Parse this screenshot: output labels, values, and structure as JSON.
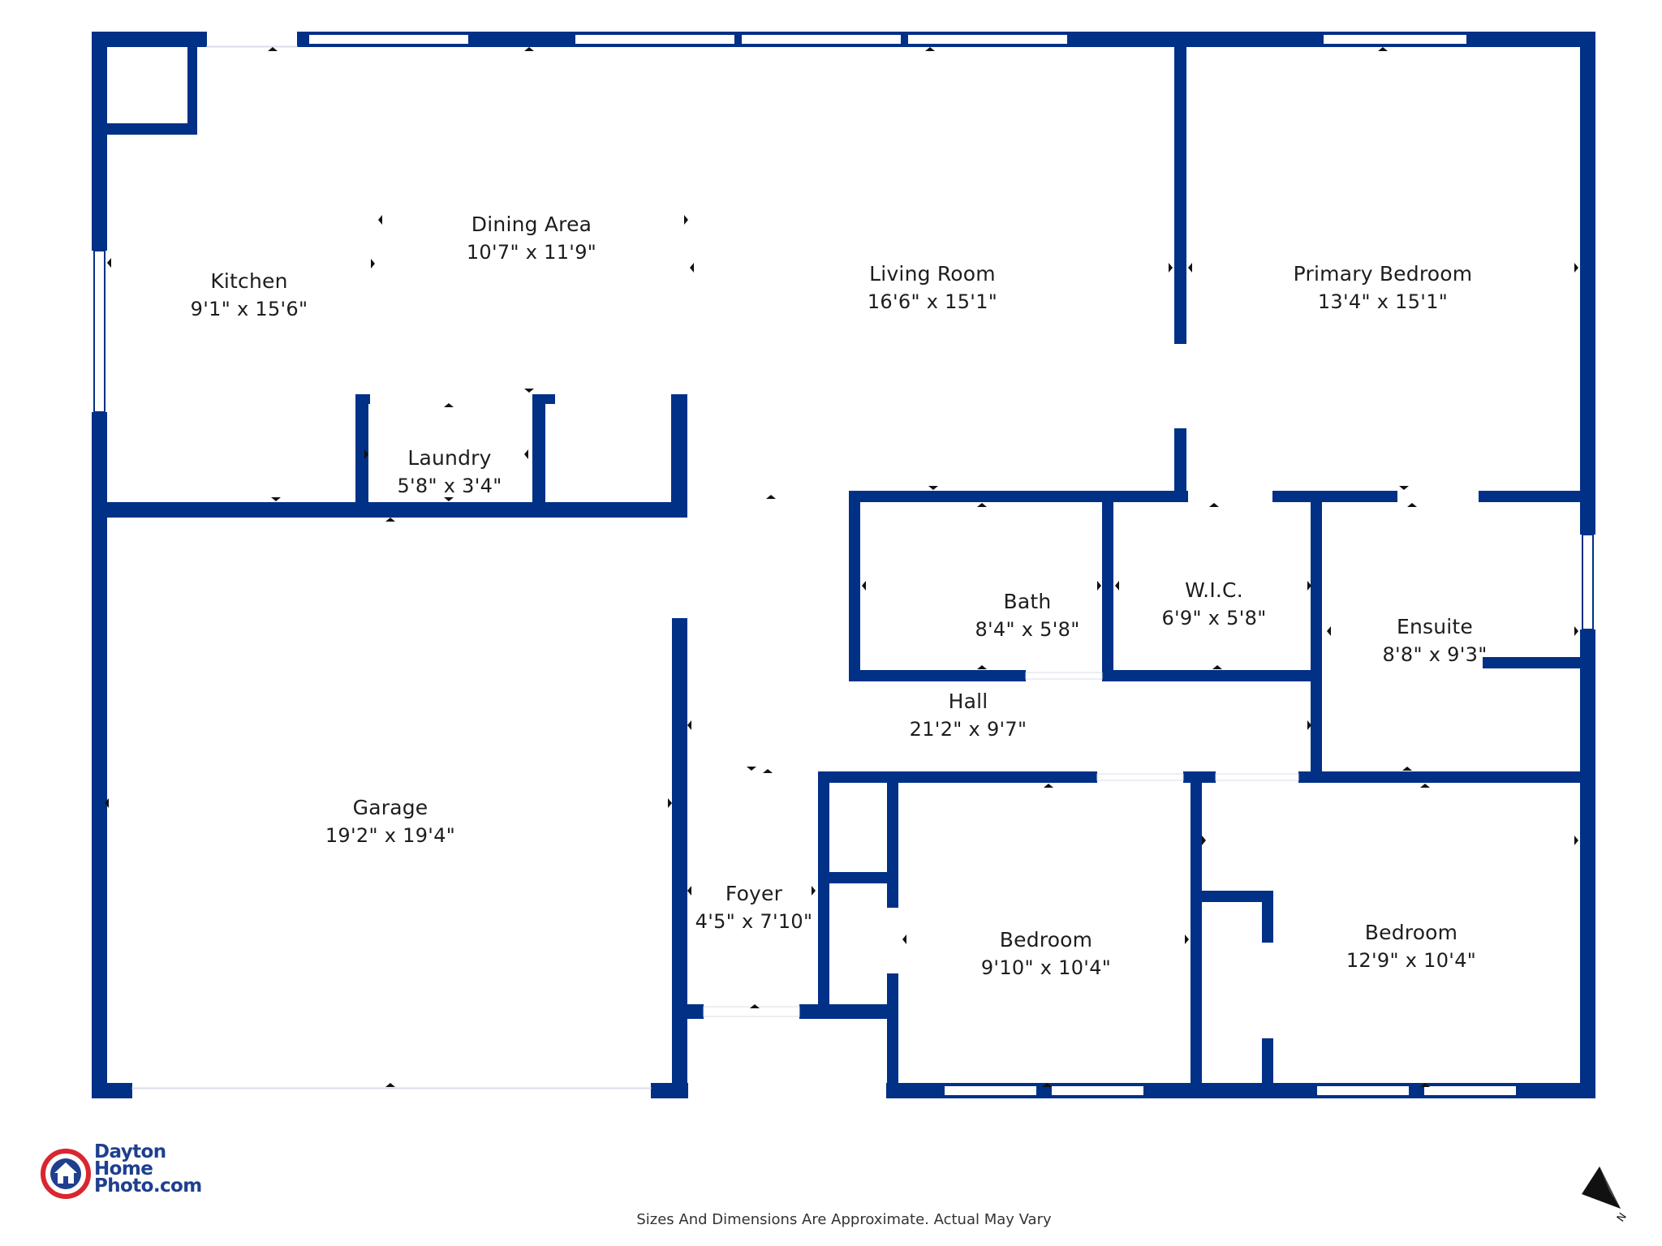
{
  "colors": {
    "wall": "#013087",
    "window": "#ffffff",
    "background": "#ffffff",
    "text": "#1d1d1d",
    "logo_blue": "#1f3f8f",
    "logo_red": "#d9262f"
  },
  "rooms": {
    "kitchen": {
      "name": "Kitchen",
      "dim": "9'1\" x 15'6\""
    },
    "dining": {
      "name": "Dining Area",
      "dim": "10'7\" x 11'9\""
    },
    "living": {
      "name": "Living Room",
      "dim": "16'6\" x 15'1\""
    },
    "primary": {
      "name": "Primary Bedroom",
      "dim": "13'4\" x 15'1\""
    },
    "laundry": {
      "name": "Laundry",
      "dim": "5'8\" x 3'4\""
    },
    "bath": {
      "name": "Bath",
      "dim": "8'4\" x 5'8\""
    },
    "wic": {
      "name": "W.I.C.",
      "dim": "6'9\" x 5'8\""
    },
    "ensuite": {
      "name": "Ensuite",
      "dim": "8'8\" x 9'3\""
    },
    "hall": {
      "name": "Hall",
      "dim": "21'2\" x 9'7\""
    },
    "garage": {
      "name": "Garage",
      "dim": "19'2\" x 19'4\""
    },
    "foyer": {
      "name": "Foyer",
      "dim": "4'5\" x 7'10\""
    },
    "bedroom1": {
      "name": "Bedroom",
      "dim": "9'10\" x 10'4\""
    },
    "bedroom2": {
      "name": "Bedroom",
      "dim": "12'9\" x 10'4\""
    }
  },
  "footer": {
    "disclaimer": "Sizes And Dimensions Are Approximate. Actual May Vary"
  },
  "logo": {
    "line1": "Dayton",
    "line2": "Home",
    "line3": "Photo.com",
    "icon": "house-camera-logo-icon"
  },
  "compass": {
    "label": "N",
    "icon": "north-arrow-icon"
  }
}
